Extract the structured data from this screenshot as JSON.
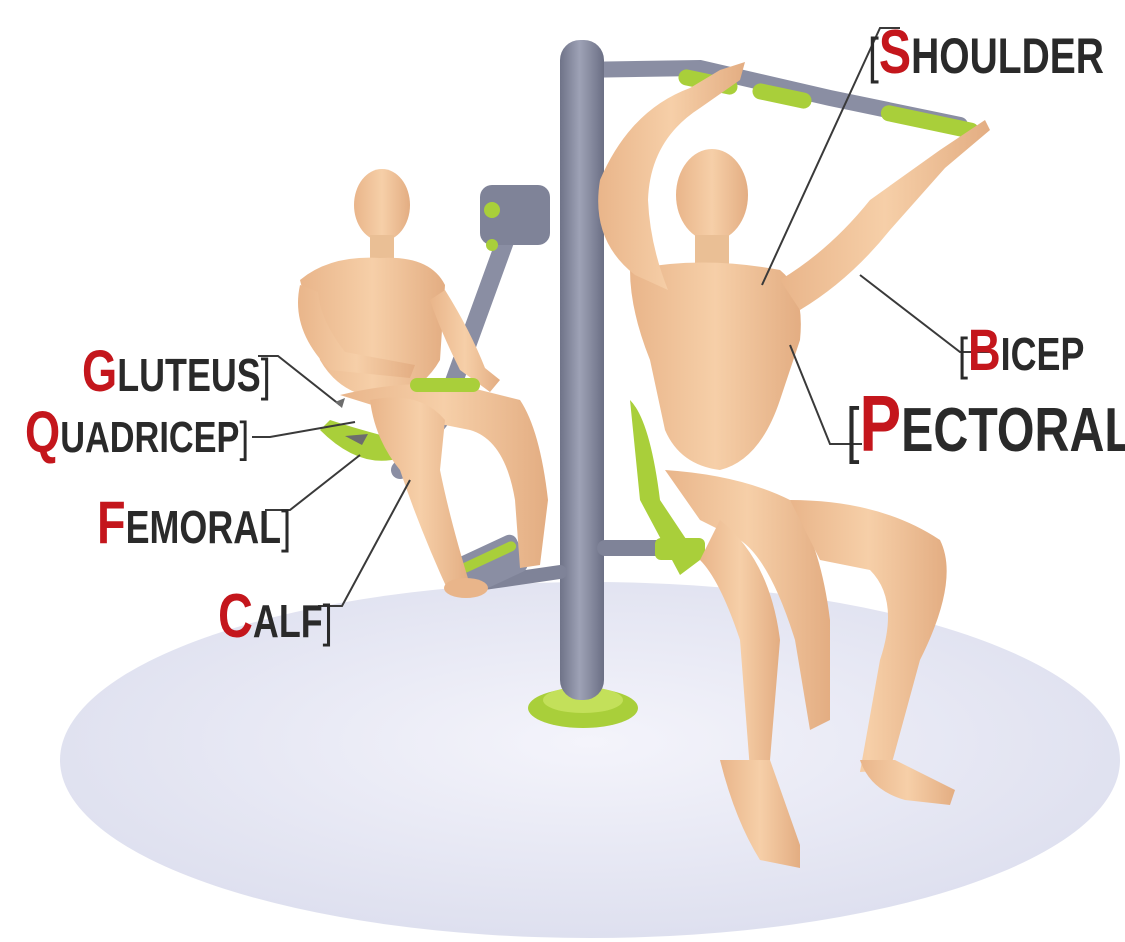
{
  "labels": {
    "shoulder": {
      "open": "[",
      "cap": "S",
      "rest": "HOULDER",
      "close": ""
    },
    "bicep": {
      "open": "[",
      "cap": "B",
      "rest": "ICEP",
      "close": ""
    },
    "pectoral": {
      "open": "[",
      "cap": "P",
      "rest": "ECTORAL",
      "close": ""
    },
    "gluteus": {
      "open": "",
      "cap": "G",
      "rest": "LUTEUS",
      "close": "]"
    },
    "quadricep": {
      "open": "",
      "cap": "Q",
      "rest": "UADRICEP",
      "close": "]"
    },
    "femoral": {
      "open": "",
      "cap": "F",
      "rest": "EMORAL",
      "close": "]"
    },
    "calf": {
      "open": "",
      "cap": "C",
      "rest": "ALF",
      "close": "]"
    }
  },
  "colors": {
    "accent_red": "#c4161c",
    "label_dark": "#2a2a2a",
    "frame_gray": "#8a8ea3",
    "lime": "#a9cf3a",
    "skin": "#f2c49b",
    "ground": "#e9eaf5"
  },
  "icons": [
    "outdoor-gym-machine",
    "seated-figure-icon",
    "standing-figure-icon"
  ]
}
